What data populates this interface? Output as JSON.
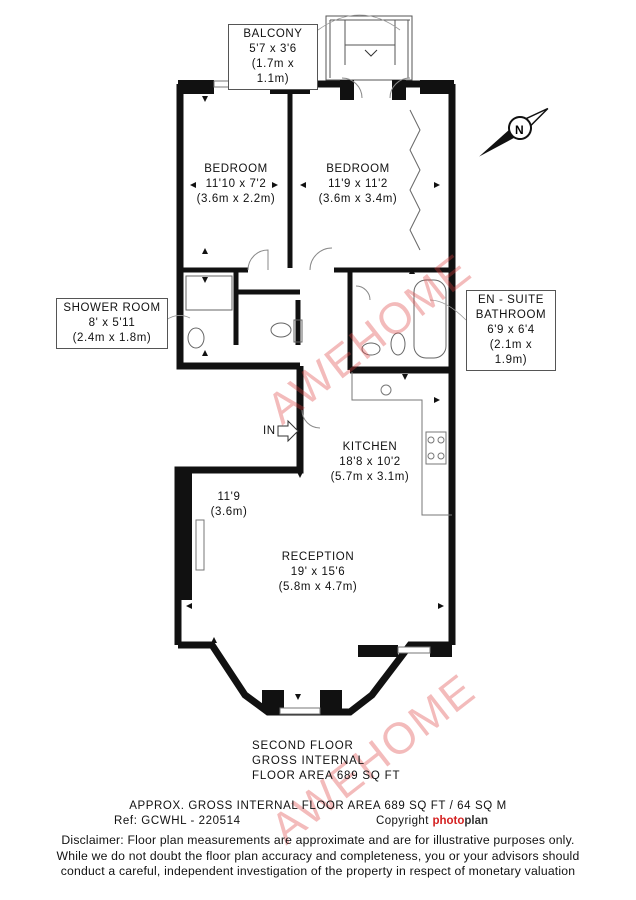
{
  "rooms": {
    "balcony": {
      "name": "BALCONY",
      "dims_imperial": "5'7 x 3'6",
      "dims_metric": "(1.7m x 1.1m)"
    },
    "bedroom1": {
      "name": "BEDROOM",
      "dims_imperial": "11'10 x 7'2",
      "dims_metric": "(3.6m x 2.2m)"
    },
    "bedroom2": {
      "name": "BEDROOM",
      "dims_imperial": "11'9 x 11'2",
      "dims_metric": "(3.6m x 3.4m)"
    },
    "shower_room": {
      "name": "SHOWER ROOM",
      "dims_imperial": "8' x 5'11",
      "dims_metric": "(2.4m x 1.8m)"
    },
    "ensuite": {
      "name_line1": "EN - SUITE",
      "name_line2": "BATHROOM",
      "dims_imperial": "6'9 x 6'4",
      "dims_metric": "(2.1m x 1.9m)"
    },
    "kitchen": {
      "name": "KITCHEN",
      "dims_imperial": "18'8 x 10'2",
      "dims_metric": "(5.7m x 3.1m)"
    },
    "reception": {
      "name": "RECEPTION",
      "dims_imperial": "19' x 15'6",
      "dims_metric": "(5.8m x 4.7m)"
    },
    "reception_alcove": {
      "dims_imperial": "11'9",
      "dims_metric": "(3.6m)"
    }
  },
  "entrance_label": "IN",
  "compass_letter": "N",
  "floor_block": {
    "line1": "SECOND FLOOR",
    "line2": "GROSS INTERNAL",
    "line3": "FLOOR AREA 689 SQ FT"
  },
  "approx_area": "APPROX. GROSS INTERNAL FLOOR AREA 689 SQ FT / 64 SQ M",
  "ref": "Ref: GCWHL - 220514",
  "copyright_label": "Copyright",
  "brand_part1": "photo",
  "brand_part2": "plan",
  "disclaimer": {
    "line1": "Disclaimer: Floor plan measurements are approximate and are for illustrative purposes only.",
    "line2": "While we do not doubt the floor plan accuracy and completeness, you or your advisors should",
    "line3": "conduct a careful, independent investigation of the property in respect of monetary valuation"
  },
  "watermark": "AWEHOME",
  "colors": {
    "wall": "#111111",
    "watermark": "#dc3c3c",
    "brand_red": "#d42020"
  }
}
